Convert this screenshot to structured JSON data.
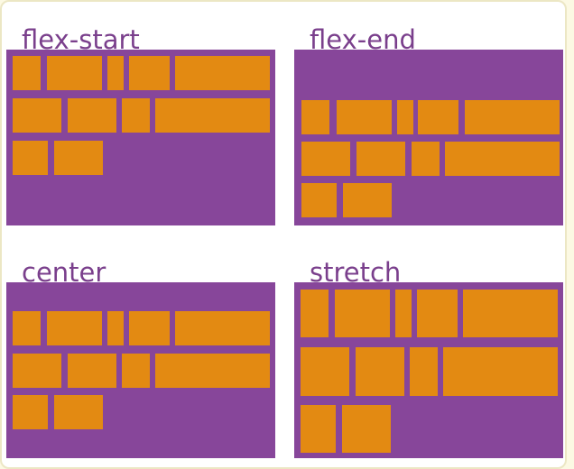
{
  "panels": [
    {
      "title": "flex-start"
    },
    {
      "title": "flex-end"
    },
    {
      "title": "center"
    },
    {
      "title": "stretch"
    }
  ],
  "colors": {
    "container": "#87469a",
    "item": "#e38a12",
    "title": "#7a3f8c",
    "background": "#ffffff",
    "frame": "#fcf9e3"
  }
}
